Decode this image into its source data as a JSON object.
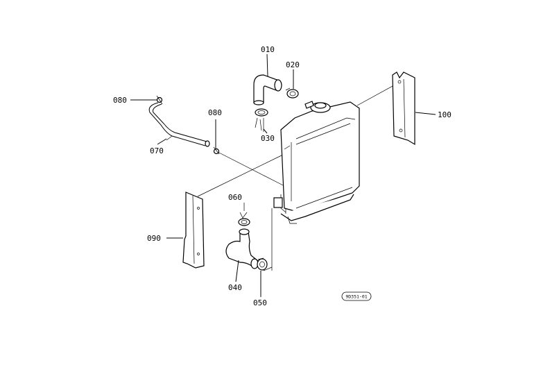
{
  "parts": [
    {
      "id": "p010",
      "label": "010"
    },
    {
      "id": "p020",
      "label": "020"
    },
    {
      "id": "p030",
      "label": "030"
    },
    {
      "id": "p040",
      "label": "040"
    },
    {
      "id": "p050",
      "label": "050"
    },
    {
      "id": "p060",
      "label": "060"
    },
    {
      "id": "p070",
      "label": "070"
    },
    {
      "id": "p080a",
      "label": "080"
    },
    {
      "id": "p080b",
      "label": "080"
    },
    {
      "id": "p090",
      "label": "090"
    },
    {
      "id": "p100",
      "label": "100"
    }
  ],
  "reference_code": "9D351-01"
}
